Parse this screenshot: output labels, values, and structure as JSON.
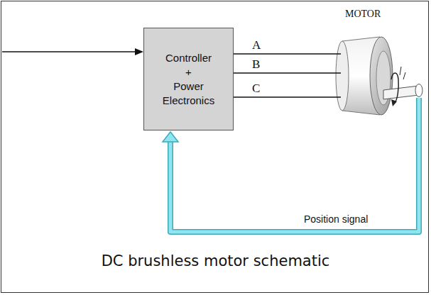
{
  "diagram": {
    "caption": "DC brushless motor schematic",
    "nodes": [
      {
        "text": [
          "Controller + Power Electronics"
        ]
      },
      {
        "text": [
          "MOTOR"
        ]
      }
    ],
    "edges": [
      {
        "from": 0,
        "to": 1,
        "label": "A",
        "arrow": "none"
      },
      {
        "from": 0,
        "to": 1,
        "label": "B",
        "arrow": "none"
      },
      {
        "from": 0,
        "to": 1,
        "label": "C",
        "arrow": "none"
      },
      {
        "from": 1,
        "to": 0,
        "label": "Position signal",
        "arrow": "to"
      }
    ]
  }
}
